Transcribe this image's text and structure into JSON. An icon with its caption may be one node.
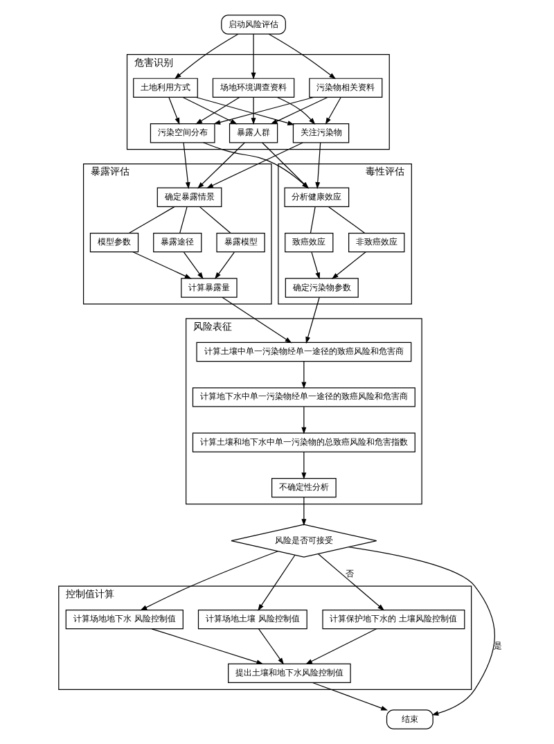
{
  "diagram": {
    "nodes": [
      {
        "text": [
          "启动风险评估"
        ]
      },
      {
        "text": [
          "危害识别"
        ]
      },
      {
        "text": [
          "土地利用方式"
        ],
        "in": 1
      },
      {
        "text": [
          "场地环境调查资料"
        ],
        "in": 1
      },
      {
        "text": [
          "污染物相关资料"
        ],
        "in": 1
      },
      {
        "text": [
          "关注污染物"
        ],
        "in": 1
      },
      {
        "text": [
          "污染空间分布"
        ],
        "in": 1
      },
      {
        "text": [
          "暴露人群"
        ],
        "in": 1
      },
      {
        "text": [
          "暴露评估"
        ]
      },
      {
        "text": [
          "确定暴露情景"
        ],
        "in": 8
      },
      {
        "text": [
          "暴露途径"
        ],
        "in": 8
      },
      {
        "text": [
          "暴露模型"
        ],
        "in": 8
      },
      {
        "text": [
          "模型参数"
        ],
        "in": 8
      },
      {
        "text": [
          "计算暴露量"
        ],
        "in": 8
      },
      {
        "text": [
          "毒性评估"
        ]
      },
      {
        "text": [
          "分析健康效应"
        ],
        "in": 14
      },
      {
        "text": [
          "致癌效应"
        ],
        "in": 14
      },
      {
        "text": [
          "非致癌效应"
        ],
        "in": 14
      },
      {
        "text": [
          "确定污染物参数"
        ],
        "in": 14
      },
      {
        "text": [
          "风险表征"
        ]
      },
      {
        "text": [
          "计算土壤中单一污染物经单一途径的致癌风险和危害商"
        ],
        "in": 19
      },
      {
        "text": [
          "计算地下水中单一污染物经单一途径的致癌风险和危害商"
        ],
        "in": 19
      },
      {
        "text": [
          "计算土壤和地下水中单一污染物的总致癌风险和危害指数"
        ],
        "in": 19
      },
      {
        "text": [
          "不确定性分析"
        ],
        "in": 19
      },
      {
        "text": [
          "风险是否可接受"
        ]
      },
      {
        "text": [
          "控制值计算"
        ]
      },
      {
        "text": [
          "计算场地土壤 风险控制值"
        ],
        "in": 25
      },
      {
        "text": [
          "计算保护地下水的 土壤风险控制值"
        ],
        "in": 25
      },
      {
        "text": [
          "计算场地地下水 风险控制值"
        ],
        "in": 25
      },
      {
        "text": [
          "提出土壤和地下水风险控制值"
        ],
        "in": 25
      },
      {
        "text": [
          "结束"
        ]
      }
    ],
    "edges": [
      {
        "from": 0,
        "to": 2,
        "arrow": "to"
      },
      {
        "from": 0,
        "to": 3,
        "arrow": "to"
      },
      {
        "from": 0,
        "to": 4,
        "arrow": "to"
      },
      {
        "from": 2,
        "to": 5,
        "arrow": "to"
      },
      {
        "from": 2,
        "to": 6,
        "arrow": "to"
      },
      {
        "from": 2,
        "to": 7,
        "arrow": "to"
      },
      {
        "from": 3,
        "to": 5,
        "arrow": "to"
      },
      {
        "from": 3,
        "to": 6,
        "arrow": "to"
      },
      {
        "from": 3,
        "to": 7,
        "arrow": "to"
      },
      {
        "from": 4,
        "to": 5,
        "arrow": "to"
      },
      {
        "from": 4,
        "to": 6,
        "arrow": "to"
      },
      {
        "from": 4,
        "to": 7,
        "arrow": "to"
      },
      {
        "from": 5,
        "to": 9,
        "arrow": "to"
      },
      {
        "from": 5,
        "to": 15,
        "arrow": "to"
      },
      {
        "from": 6,
        "to": 9,
        "arrow": "to"
      },
      {
        "from": 6,
        "to": 15,
        "arrow": "to"
      },
      {
        "from": 7,
        "to": 9,
        "arrow": "to"
      },
      {
        "from": 7,
        "to": 15,
        "arrow": "to"
      },
      {
        "from": 9,
        "to": 10,
        "arrow": "none"
      },
      {
        "from": 9,
        "to": 11,
        "arrow": "none"
      },
      {
        "from": 9,
        "to": 12,
        "arrow": "none"
      },
      {
        "from": 10,
        "to": 13,
        "arrow": "to"
      },
      {
        "from": 11,
        "to": 13,
        "arrow": "to"
      },
      {
        "from": 12,
        "to": 13,
        "arrow": "to"
      },
      {
        "from": 15,
        "to": 16,
        "arrow": "none"
      },
      {
        "from": 15,
        "to": 17,
        "arrow": "none"
      },
      {
        "from": 16,
        "to": 18,
        "arrow": "to"
      },
      {
        "from": 17,
        "to": 18,
        "arrow": "to"
      },
      {
        "from": 13,
        "to": 20,
        "arrow": "to"
      },
      {
        "from": 18,
        "to": 20,
        "arrow": "to"
      },
      {
        "from": 20,
        "to": 21,
        "arrow": "to"
      },
      {
        "from": 21,
        "to": 22,
        "arrow": "to"
      },
      {
        "from": 22,
        "to": 23,
        "arrow": "to"
      },
      {
        "from": 23,
        "to": 24,
        "arrow": "to"
      },
      {
        "from": 24,
        "to": 26,
        "arrow": "to"
      },
      {
        "from": 24,
        "to": 27,
        "arrow": "to",
        "label": "否"
      },
      {
        "from": 24,
        "to": 28,
        "arrow": "to"
      },
      {
        "from": 26,
        "to": 29,
        "arrow": "to"
      },
      {
        "from": 27,
        "to": 29,
        "arrow": "to"
      },
      {
        "from": 28,
        "to": 29,
        "arrow": "to"
      },
      {
        "from": 29,
        "to": 30,
        "arrow": "to"
      },
      {
        "from": 24,
        "to": 30,
        "arrow": "to",
        "label": "是"
      }
    ]
  }
}
